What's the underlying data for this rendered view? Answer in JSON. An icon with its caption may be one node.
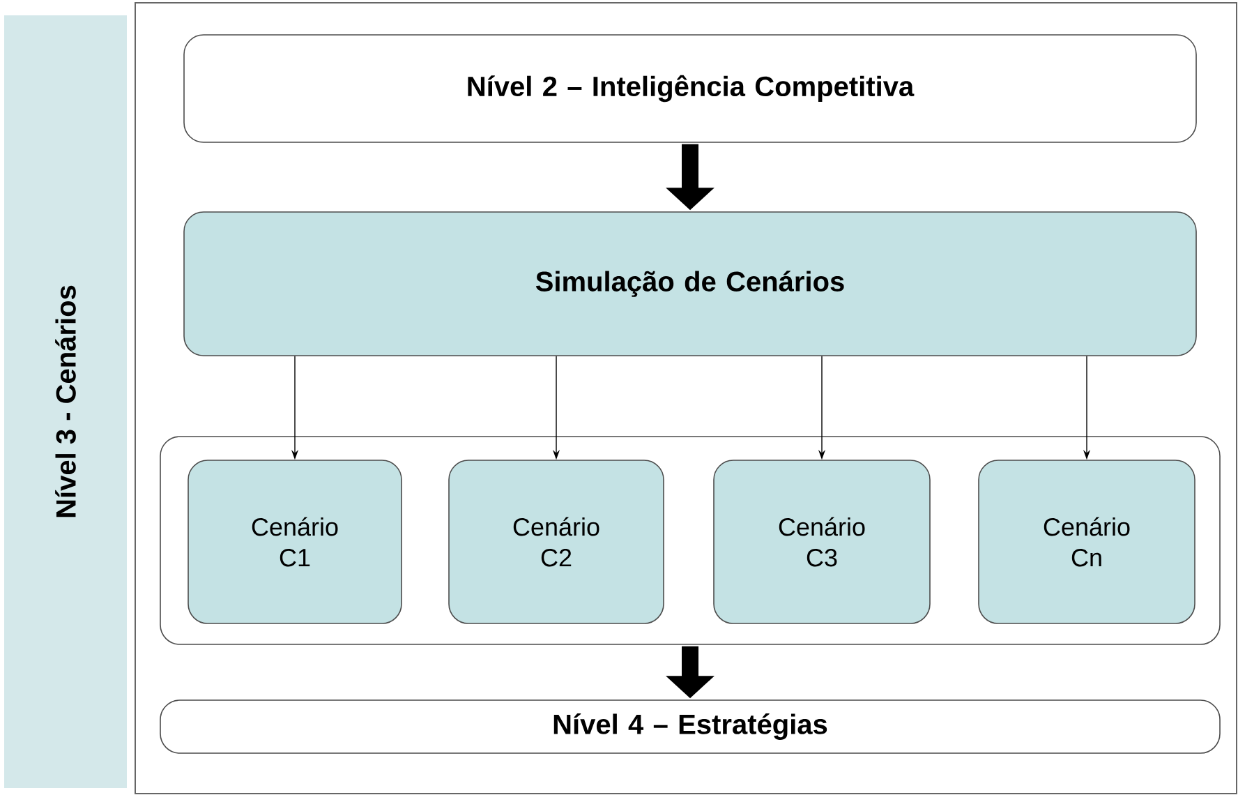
{
  "diagram": {
    "nodes": [
      {
        "text": [
          "Nível 3 - Cenários"
        ]
      },
      {
        "text": [
          "Nível 2 – Inteligência Competitiva"
        ]
      },
      {
        "text": [
          "Simulação de Cenários"
        ]
      },
      {
        "text": [],
        "shape": "box"
      },
      {
        "text": [
          "Cenário C1"
        ],
        "in": 3
      },
      {
        "text": [
          "Cenário C2"
        ],
        "in": 3
      },
      {
        "text": [
          "Cenário C3"
        ],
        "in": 3
      },
      {
        "text": [
          "Cenário Cn"
        ],
        "in": 3
      },
      {
        "text": [
          "Nível 4 – Estratégias"
        ]
      }
    ],
    "edges": [
      {
        "from": 1,
        "to": 2,
        "arrow": "to",
        "style": "thick"
      },
      {
        "from": 2,
        "to": 4,
        "arrow": "to"
      },
      {
        "from": 2,
        "to": 5,
        "arrow": "to"
      },
      {
        "from": 2,
        "to": 6,
        "arrow": "to"
      },
      {
        "from": 2,
        "to": 7,
        "arrow": "to"
      },
      {
        "from": 3,
        "to": 8,
        "arrow": "to",
        "style": "thick"
      }
    ]
  }
}
